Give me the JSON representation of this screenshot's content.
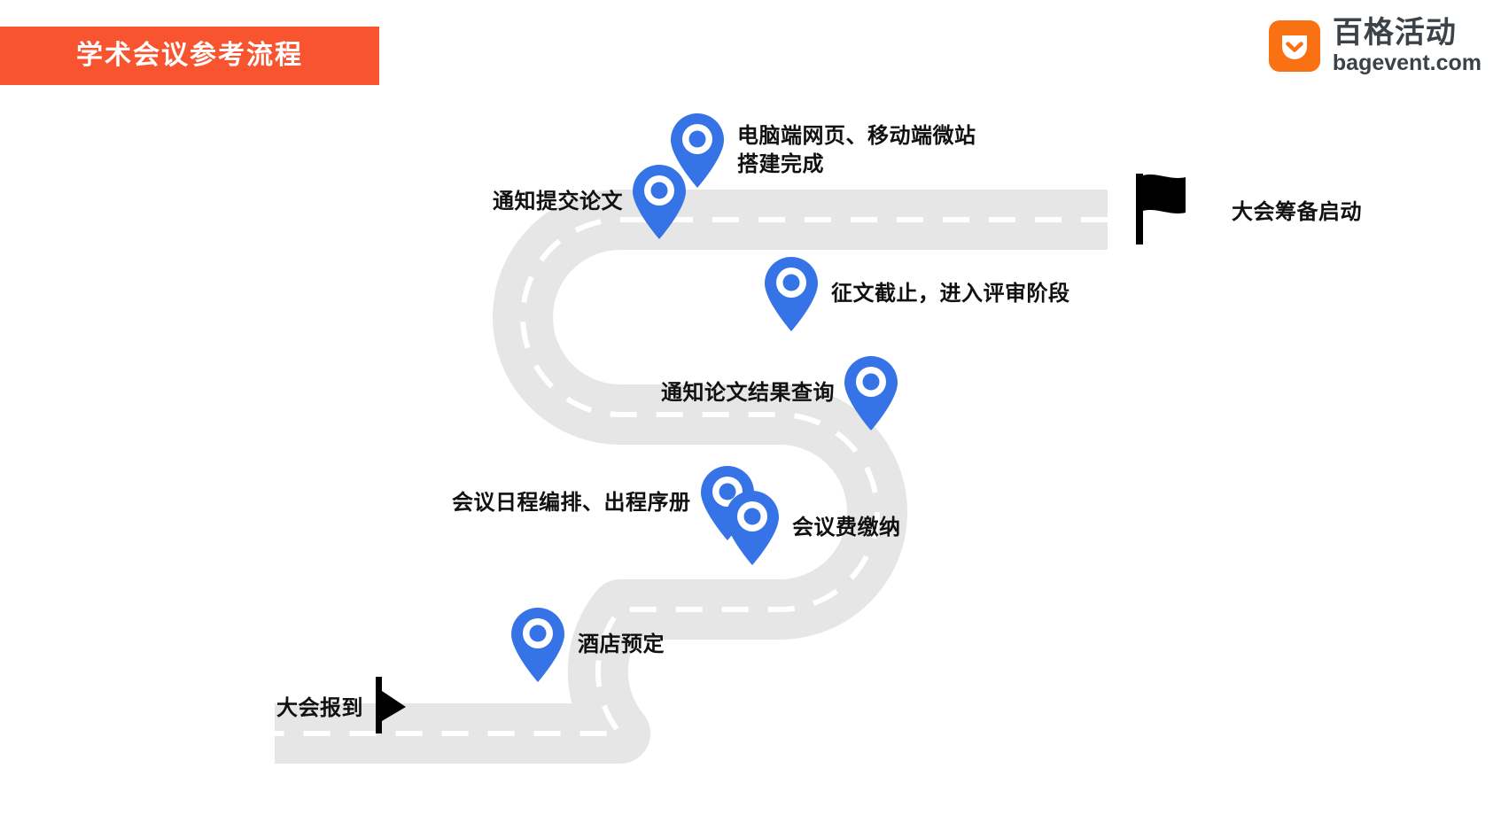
{
  "page": {
    "title": "学术会议参考流程",
    "background": "#ffffff"
  },
  "banner": {
    "label": "学术会议参考流程",
    "background": "#f7542f",
    "text_color": "#ffffff"
  },
  "logo": {
    "mark_name": "bagevent-pocket-logo",
    "mark_color": "#f97112",
    "cn_name": "百格活动",
    "en_name": "bagevent.com",
    "text_color": "#3b4248"
  },
  "road": {
    "color": "#e6e6e6",
    "dash_color": "#ffffff"
  },
  "colors": {
    "pin": "#3573e6",
    "pin_inner": "#3573e6",
    "pin_ring": "#ffffff",
    "flag": "#000000",
    "label": "#111111"
  },
  "flags": [
    {
      "id": "start",
      "label": "大会筹备启动",
      "icon": "start-flag-icon",
      "side": "right"
    },
    {
      "id": "finish",
      "label": "大会报到",
      "icon": "finish-flag-icon",
      "side": "left"
    }
  ],
  "milestones": [
    {
      "id": "website-built",
      "label": "电脑端网页、移动端微站\n搭建完成",
      "side": "right"
    },
    {
      "id": "notify-paper-submission",
      "label": "通知提交论文",
      "side": "left"
    },
    {
      "id": "submission-deadline-review",
      "label": "征文截止，进入评审阶段",
      "side": "right"
    },
    {
      "id": "notify-paper-result",
      "label": "通知论文结果查询",
      "side": "left"
    },
    {
      "id": "agenda-proceedings",
      "label": "会议日程编排、出程序册",
      "side": "left"
    },
    {
      "id": "conference-fee",
      "label": "会议费缴纳",
      "side": "right"
    },
    {
      "id": "hotel-booking",
      "label": "酒店预定",
      "side": "right"
    }
  ]
}
